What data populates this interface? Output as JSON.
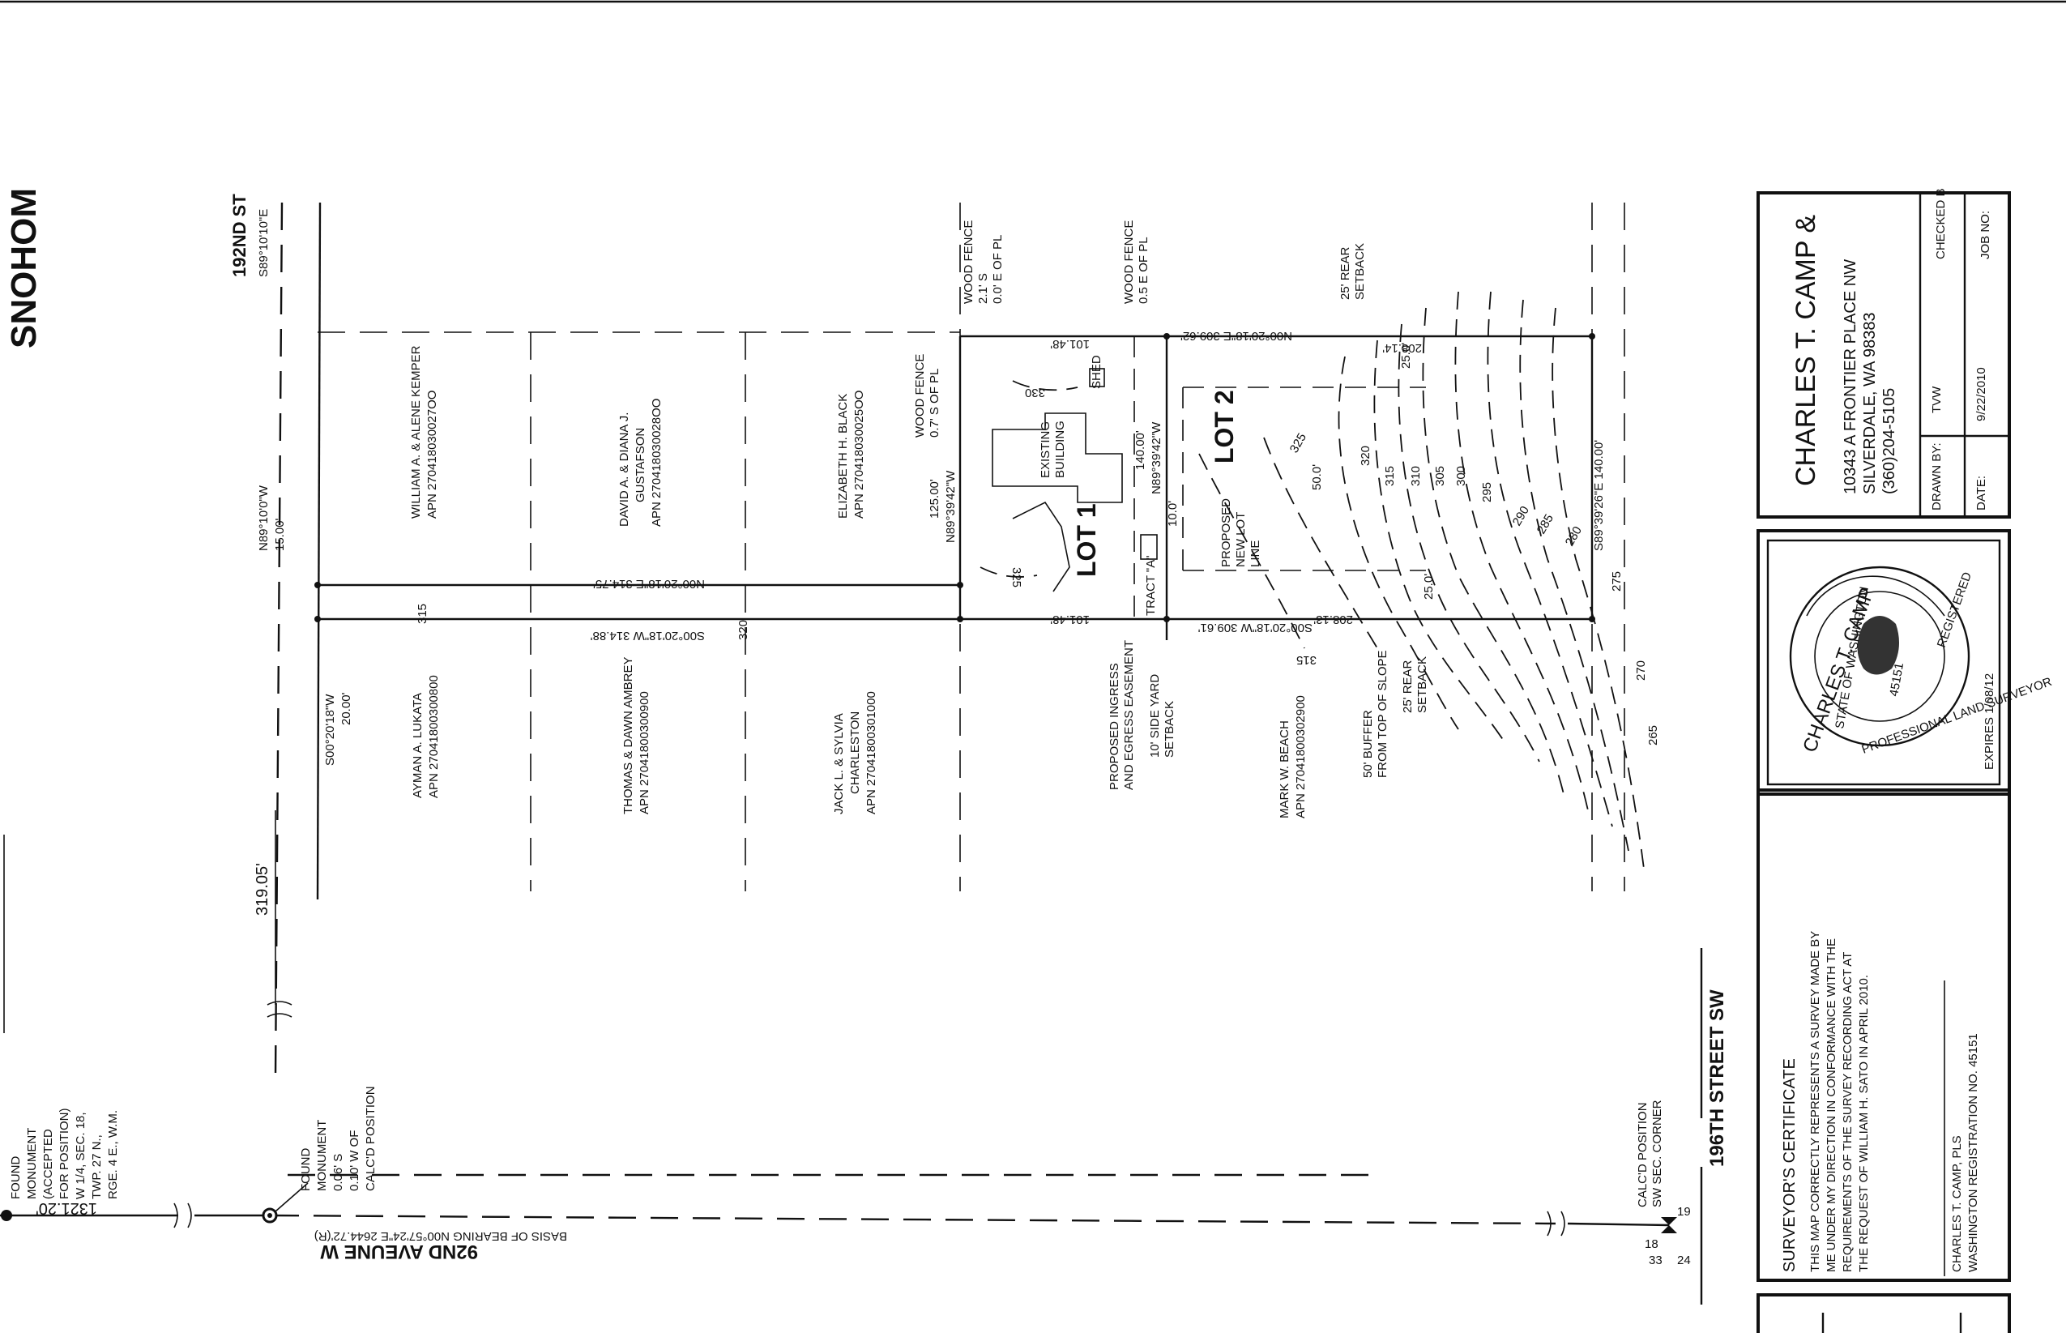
{
  "map": {
    "county_label": "SNOHOM",
    "street_north": "192ND ST",
    "street_north_bearing": "S89°10'10\"E",
    "street_west": "92ND AVEUNE W",
    "basis_of_bearing": "BASIS OF BEARING  N00°57'24\"E  2644.72'(R)",
    "street_south": "196TH STREET SW",
    "dist_1321": "1321.20'",
    "dist_319": "319.05'",
    "north_offset_bearing": "N89°10'0\"W",
    "north_offset_dist": "15.00'",
    "west_offset_bearing": "S00°20'18\"W",
    "west_offset_dist": "20.00'",
    "line_east_bearing": "N00°20'18\"E  314.75'",
    "line_west_bearing": "S00°20'18\"W  314.88'",
    "lot_line_125": "125.00'",
    "lot_line_125_bearing": "N89°39'42\"W",
    "lot_line_140": "140.00'",
    "lot_line_140_bearing": "N89°39'42\"W",
    "lot_line_140b": "S89°39'26\"E  140.00'",
    "dist_101_top": "101.48'",
    "dist_101_bottom": "101.48'",
    "lot2_top": "N00°20'18\"E  309.62'",
    "lot2_top_seg": "208.14'",
    "lot2_bottom": "S00°20'18\"W  309.61'",
    "lot2_bottom_seg": "208.13'",
    "dist_25_a": "25.0'",
    "dist_25_b": "25.0'",
    "dist_10": "10.0'",
    "dist_50": "50.0'",
    "lot1": "LOT 1",
    "lot2": "LOT 2",
    "tract_a": "TRACT \"A\"",
    "existing_building": [
      "EXISTING",
      "BUILDING"
    ],
    "shed": "SHED",
    "proposed_new_lot_line": [
      "PROPOSED",
      "NEW LOT",
      "LINE"
    ],
    "proposed_easement": [
      "PROPOSED INGRESS",
      "AND EGRESS EASEMENT"
    ],
    "side_yard": [
      "10' SIDE YARD",
      "SETBACK"
    ],
    "rear_setback_top": [
      "25' REAR",
      "SETBACK"
    ],
    "rear_setback_bottom": [
      "25' REAR",
      "SETBACK"
    ],
    "buffer": [
      "50' BUFFER",
      "FROM TOP OF SLOPE"
    ],
    "wood_fence_1": [
      "WOOD FENCE",
      "2.1' S",
      "0.0' E OF PL"
    ],
    "wood_fence_2": [
      "WOOD FENCE",
      "0.5 E OF PL"
    ],
    "wood_fence_3": [
      "WOOD FENCE",
      "0.7' S OF PL"
    ],
    "owners_north": [
      {
        "name": "WILLIAM A. & ALENE KEMPER",
        "apn": "APN 270418030027OO"
      },
      {
        "name": "DAVID A. & DIANA J.",
        "name2": "GUSTAFSON",
        "apn": "APN 270418030028OO"
      },
      {
        "name": "ELIZABETH H. BLACK",
        "apn": "APN 270418030025OO"
      }
    ],
    "owners_south": [
      {
        "name": "AYMAN A. LUKATA",
        "apn": "APN 27041800300800"
      },
      {
        "name": "THOMAS & DAWN AMBREY",
        "apn": "APN 27041800300900"
      },
      {
        "name": "JACK L. & SYLVIA",
        "name2": "CHARLESTON",
        "apn": "APN 27041800301000"
      },
      {
        "name": "MARK W. BEACH",
        "apn": "APN 27041800302900"
      }
    ],
    "contours": [
      "330",
      "325",
      "325",
      "320",
      "320",
      "315",
      "315",
      "315",
      "310",
      "305",
      "300",
      "295",
      "290",
      "285",
      "280",
      "275",
      "270",
      "265"
    ],
    "monument_1": [
      "FOUND",
      "MONUMENT",
      "(ACCEPTED",
      "FOR POSITION)",
      "W 1/4, SEC. 18,",
      "TWP. 27 N.,",
      "RGE. 4 E., W.M."
    ],
    "monument_2": [
      "FOUND",
      "MONUMENT",
      "0.06' S",
      "0.10' W OF",
      "CALC'D POSITION"
    ],
    "calc_position": [
      "CALC'D POSITION",
      "SW SEC. CORNER"
    ],
    "section_numbers": {
      "n18": "18",
      "n19": "19",
      "n24": "24",
      "n33": "33"
    }
  },
  "title_block": {
    "company": "CHARLES T. CAMP &",
    "address": [
      "10343 A FRONTIER PLACE NW",
      "SILVERDALE, WA 98383",
      "(360)204-5105"
    ],
    "drawn_by_label": "DRAWN BY:",
    "drawn_by": "TVW",
    "checked_label": "CHECKED B",
    "date_label": "DATE:",
    "date": "9/22/2010",
    "job_label": "JOB NO:"
  },
  "seal": {
    "top_text": "CHARLES T. CAMP",
    "ring_text": "STATE OF WASHINGTON",
    "number": "45151",
    "registered": "REGISTERED",
    "professional": "PROFESSIONAL LAND SURVEYOR",
    "expires": "EXPIRES 1/08/12"
  },
  "certificate": {
    "heading": "SURVEYOR'S CERTIFICATE",
    "body": [
      "THIS MAP CORRECTLY REPRESENTS A SURVEY MADE BY",
      "ME UNDER MY DIRECTION IN CONFORMANCE WITH THE",
      "REQUIREMENTS OF THE SURVEY RECORDING ACT AT",
      "THE REQUEST OF WILLIAM H. SATO IN APRIL 2010."
    ],
    "signer": "CHARLES T. CAMP, PLS",
    "registration": "WASHINGTON REGISTRATION NO. 45151"
  }
}
